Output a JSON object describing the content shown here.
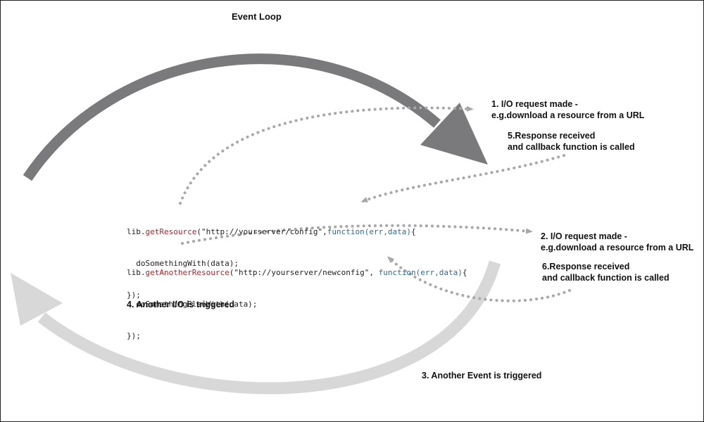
{
  "title": "Event Loop",
  "labels": {
    "io1_line1": "1. I/O request made -",
    "io1_line2": "e.g.download a resource from a URL",
    "resp5_line1": "5.Response received",
    "resp5_line2": "and callback function is called",
    "io2_line1": "2. I/O request made -",
    "io2_line2": "e.g.download a resource from a URL",
    "resp6_line1": "6.Response received",
    "resp6_line2": "and callback function is called",
    "another_io": "4. Another I/O is triggered",
    "another_event": "3. Another Event is triggered"
  },
  "code": {
    "block1": {
      "obj": "lib.",
      "method": "getResource",
      "arg": "(\"http://yourserver/config\",",
      "fn": "function(err,data)",
      "open": "{",
      "body": "  doSomethingWith(data);",
      "close": "});"
    },
    "block2": {
      "obj": "lib.",
      "method": "getAnotherResource",
      "arg": "(\"http://yourserver/newconfig\", ",
      "fn": "function(err,data)",
      "open": "{",
      "body": "  doSomethingElseWith(data);",
      "close": "});"
    }
  },
  "colors": {
    "top_arrow": "#7a7a7c",
    "bottom_arrow": "#d8d8d8",
    "dots": "#a8a8a8",
    "method": "#b3262a",
    "keyword": "#2f6a9a"
  }
}
